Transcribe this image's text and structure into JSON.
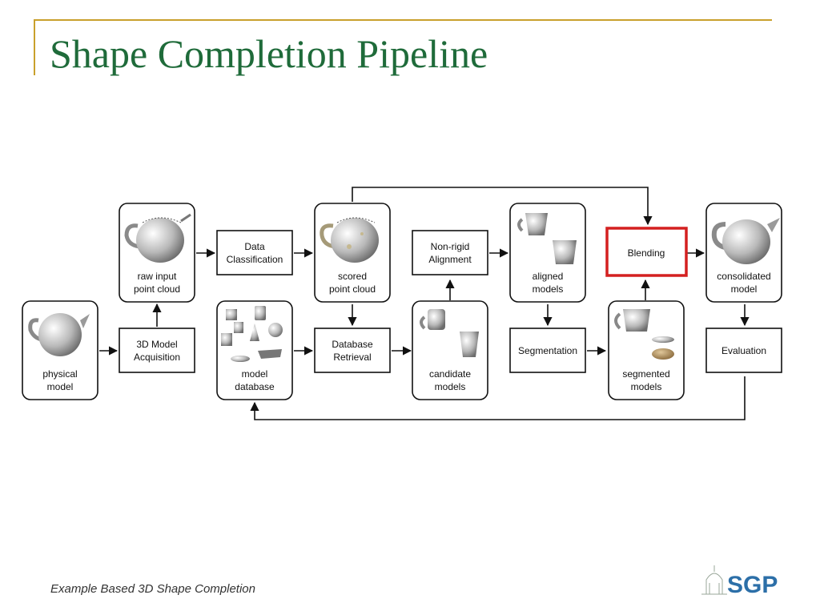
{
  "slide": {
    "title": "Shape Completion Pipeline",
    "footer": "Example Based 3D Shape Completion"
  },
  "logo": {
    "text": "SGP",
    "accent": "#2c6fa8"
  },
  "colors": {
    "title": "#1f6b3a",
    "rule": "#c9a02c",
    "highlight": "#d42020"
  },
  "pipeline": {
    "physical_model": {
      "line1": "physical",
      "line2": "model"
    },
    "acquisition": {
      "line1": "3D Model",
      "line2": "Acquisition"
    },
    "raw_cloud": {
      "line1": "raw input",
      "line2": "point cloud"
    },
    "classification": {
      "line1": "Data",
      "line2": "Classification"
    },
    "model_database": {
      "line1": "model",
      "line2": "database"
    },
    "scored_cloud": {
      "line1": "scored",
      "line2": "point cloud"
    },
    "retrieval": {
      "line1": "Database",
      "line2": "Retrieval"
    },
    "alignment": {
      "line1": "Non-rigid",
      "line2": "Alignment"
    },
    "candidate_models": {
      "line1": "candidate",
      "line2": "models"
    },
    "aligned_models": {
      "line1": "aligned",
      "line2": "models"
    },
    "segmentation": {
      "label": "Segmentation"
    },
    "segmented_models": {
      "line1": "segmented",
      "line2": "models"
    },
    "blending": {
      "label": "Blending"
    },
    "consolidated": {
      "line1": "consolidated",
      "line2": "model"
    },
    "evaluation": {
      "label": "Evaluation"
    }
  }
}
